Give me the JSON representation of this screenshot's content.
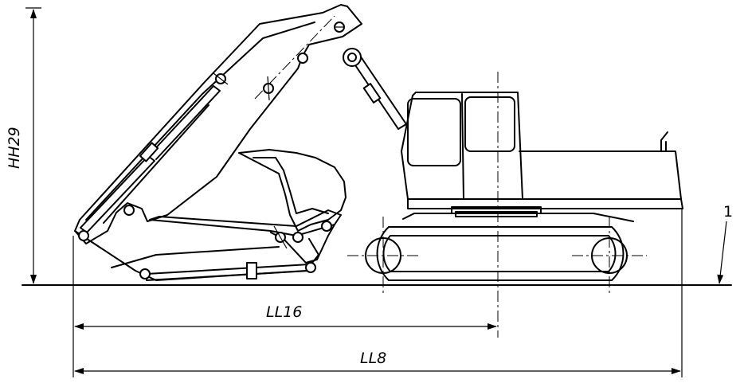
{
  "figure": {
    "labels": {
      "height": "HH29",
      "short_length": "LL16",
      "total_length": "LL8",
      "callout": "1"
    }
  }
}
